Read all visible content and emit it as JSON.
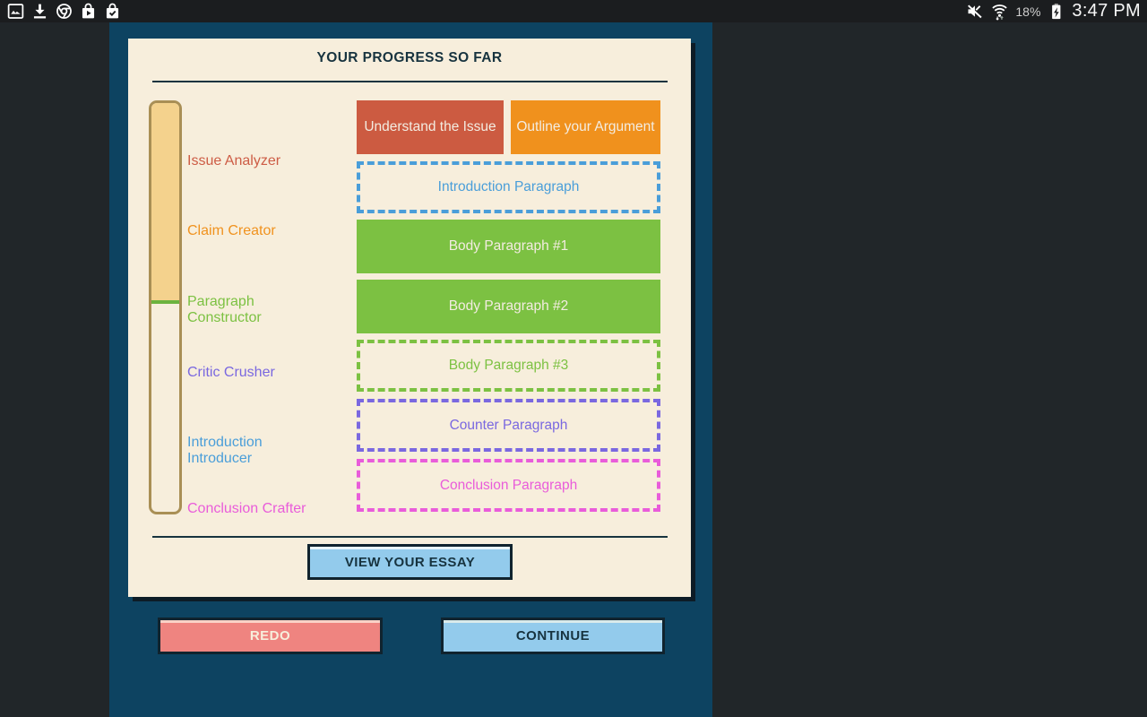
{
  "colors": {
    "screen-bg": "#212629",
    "statusbar-bg": "#1b1d1f",
    "panel": "#0d4361",
    "card": "#f7eedc",
    "card-shadow": "#0d1c26",
    "navy": "#17333f",
    "bar-border": "#a98f55",
    "bar-fill": "#f4d28d",
    "marker-green": "#6cb33f",
    "btn-blue": "#93cbec",
    "btn-salmon": "#ef8480",
    "btn-border": "#10232e",
    "cream-text": "#f7eedc",
    "white-text": "#f3ece1"
  },
  "status_bar": {
    "icons_left": [
      "gallery-icon",
      "download-icon",
      "chrome-icon",
      "play-store-icon",
      "tasks-bag-icon"
    ],
    "icons_right": [
      "mute-icon",
      "wifi-icon",
      "battery-charging-icon"
    ],
    "battery_percent": "18%",
    "time": "3:47 PM"
  },
  "card": {
    "title": "YOUR PROGRESS SO FAR",
    "view_essay_button": "VIEW YOUR ESSAY"
  },
  "stages": [
    {
      "label": "Issue Analyzer",
      "color": "#cd5c45"
    },
    {
      "label": "Claim Creator",
      "color": "#f0921e"
    },
    {
      "label": "Paragraph Constructor",
      "color": "#7cc142"
    },
    {
      "label": "Critic Crusher",
      "color": "#7a68e0"
    },
    {
      "label": "Introduction Introducer",
      "color": "#4a9ed9"
    },
    {
      "label": "Conclusion Crafter",
      "color": "#e95cda"
    }
  ],
  "blocks": [
    {
      "label": "Understand the Issue",
      "status": "complete",
      "color": "#cc5b41"
    },
    {
      "label": "Outline your Argument",
      "status": "complete",
      "color": "#f0911d"
    },
    {
      "label": "Introduction Paragraph",
      "status": "incomplete",
      "color": "#4a9ed9"
    },
    {
      "label": "Body Paragraph #1",
      "status": "complete",
      "color": "#7cc142"
    },
    {
      "label": "Body Paragraph #2",
      "status": "complete",
      "color": "#7cc142"
    },
    {
      "label": "Body Paragraph #3",
      "status": "incomplete",
      "color": "#7cc142"
    },
    {
      "label": "Counter Paragraph",
      "status": "incomplete",
      "color": "#7a68e0"
    },
    {
      "label": "Conclusion Paragraph",
      "status": "incomplete",
      "color": "#e95cda"
    }
  ],
  "footer": {
    "redo_button": "REDO",
    "continue_button": "CONTINUE"
  }
}
